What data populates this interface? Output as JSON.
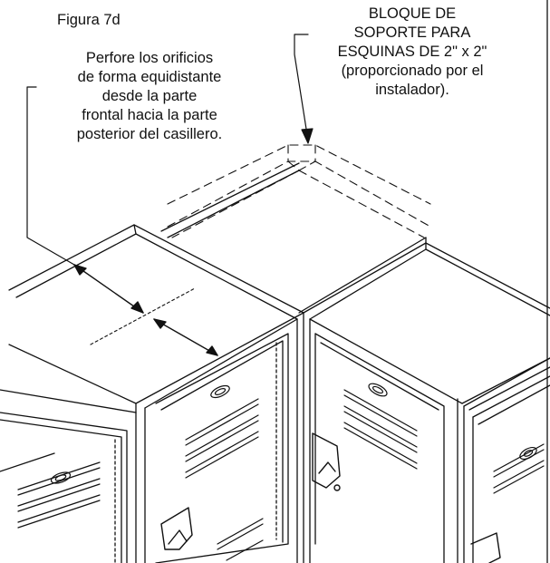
{
  "figure_label": "Figura 7d",
  "callout_left": {
    "lines": [
      "Perfore los orificios",
      "de forma equidistante",
      "desde la parte",
      "frontal hacia la parte",
      "posterior del casillero."
    ]
  },
  "callout_right": {
    "lines": [
      "BLOQUE DE",
      "SOPORTE PARA",
      "ESQUINAS DE 2\" x 2\"",
      "(proporcionado por el",
      "instalador)."
    ]
  },
  "colors": {
    "ink": "#111111",
    "background": "#ffffff"
  },
  "icons": [
    "locker-vent-badge-icon",
    "locker-latch-handle-icon"
  ]
}
